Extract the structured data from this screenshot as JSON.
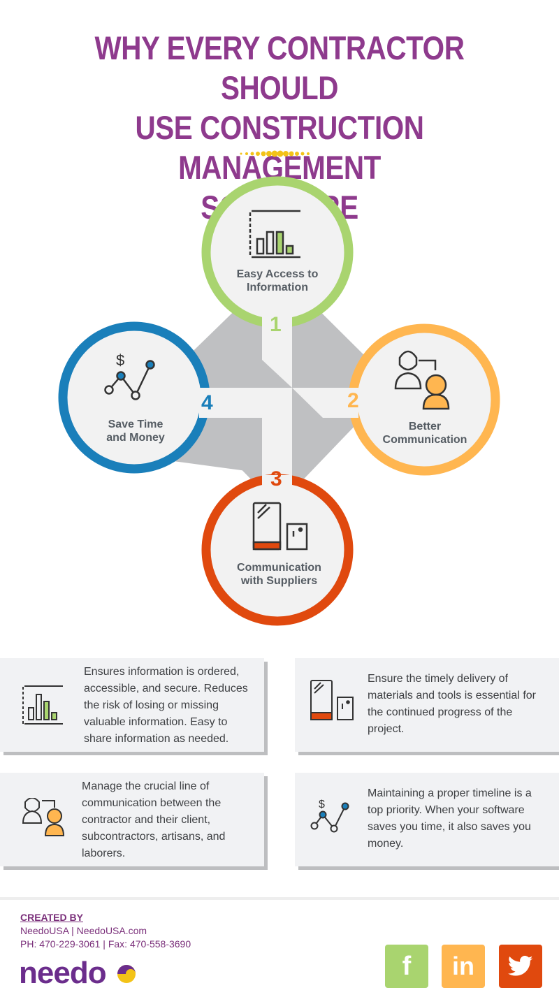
{
  "title": {
    "line1": "WHY EVERY CONTRACTOR SHOULD",
    "line2": "USE CONSTRUCTION MANAGEMENT",
    "line3": "SOFTWARE"
  },
  "colors": {
    "title": "#8e3a8d",
    "green": "#a9d46f",
    "orange": "#ffb650",
    "red": "#e0490e",
    "blue": "#1a7fba",
    "gray": "#bfc0c2",
    "circle_fill": "#f2f2f2",
    "dots": "#f3c318"
  },
  "steps": [
    {
      "number": "1",
      "label_line1": "Easy Access to",
      "label_line2": "Information",
      "icon": "bar-chart-icon"
    },
    {
      "number": "2",
      "label_line1": "Better",
      "label_line2": "Communication",
      "icon": "people-icon"
    },
    {
      "number": "3",
      "label_line1": "Communication",
      "label_line2": "with Suppliers",
      "icon": "devices-icon"
    },
    {
      "number": "4",
      "label_line1": "Save Time",
      "label_line2": "and Money",
      "icon": "dollar-trend-icon"
    }
  ],
  "cards": [
    {
      "text": "Ensures information is ordered, accessible, and secure. Reduces the risk of losing or missing valuable information. Easy to share information as needed.",
      "icon": "bar-chart-icon"
    },
    {
      "text": "Ensure the timely delivery of materials and tools is essential for the continued progress of the project.",
      "icon": "devices-icon"
    },
    {
      "text": "Manage the crucial line of communication between the contractor and their client, subcontractors, artisans, and laborers.",
      "icon": "people-icon"
    },
    {
      "text": "Maintaining a proper timeline is a top priority. When your software saves you time, it also saves you money.",
      "icon": "dollar-trend-icon"
    }
  ],
  "footer": {
    "created_by": "CREATED BY",
    "company_line": "NeedoUSA | NeedoUSA.com",
    "contact_line": "PH: 470-229-3061 | Fax: 470-558-3690",
    "logo_text": "needo"
  },
  "social": [
    {
      "name": "facebook",
      "glyph": "f",
      "color": "#a9d46f"
    },
    {
      "name": "linkedin",
      "glyph": "in",
      "color": "#ffb650"
    },
    {
      "name": "twitter",
      "glyph": "twitter-bird",
      "color": "#e0490e"
    }
  ]
}
